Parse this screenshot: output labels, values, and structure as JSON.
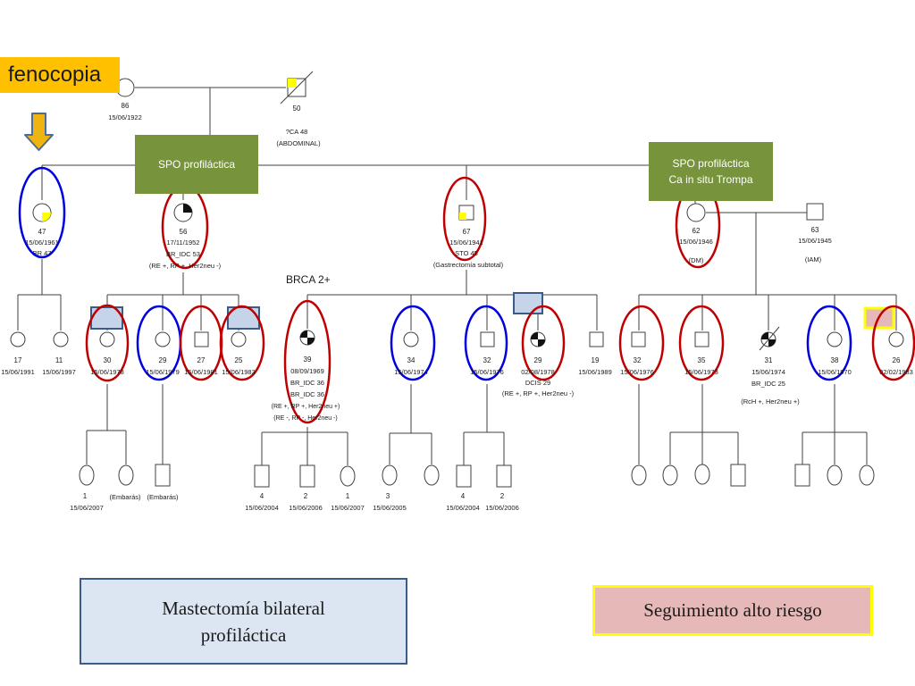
{
  "fenocopia": {
    "label": "fenocopia"
  },
  "spo_boxes": [
    {
      "lines": [
        "SPO  profiláctica"
      ]
    },
    {
      "lines": [
        "SPO  profiláctica",
        "Ca in situ Trompa"
      ]
    }
  ],
  "brca_label": "BRCA 2+",
  "legend": {
    "mastectomy": [
      "Mastectomía bilateral",
      "profiláctica"
    ],
    "followup": "Seguimiento alto riesgo"
  },
  "colors": {
    "fenocopia_bg": "#ffc000",
    "spo_bg": "#77933c",
    "red_circle": "#c00000",
    "blue_circle": "#0000e0",
    "affected_fill": "#ffff00",
    "mastectomy_marker": "#c6d4ea",
    "followup_marker": "#e6b9b8",
    "followup_border": "#ffff00"
  },
  "generation1": [
    {
      "id": "g1-f86",
      "labels": [
        "86",
        "15/06/1922"
      ]
    },
    {
      "id": "g1-m50",
      "labels": [
        "50",
        "?CA 48",
        "(ABDOMINAL)"
      ]
    }
  ],
  "generation2": [
    {
      "id": "g2-f47",
      "labels": [
        "47",
        "15/06/1961",
        "BR 47"
      ]
    },
    {
      "id": "g2-f56",
      "labels": [
        "56",
        "17/11/1952",
        "BR_IDC 53",
        "(RE +, RP +, Her2neu -)"
      ]
    },
    {
      "id": "g2-m67",
      "labels": [
        "67",
        "15/06/1941",
        "STO 45",
        "(Gastrectomía subtotal)"
      ]
    },
    {
      "id": "g2-f62",
      "labels": [
        "62",
        "15/06/1946",
        "(DM)"
      ]
    },
    {
      "id": "g2-m63",
      "labels": [
        "63",
        "15/06/1945",
        "(IAM)"
      ]
    }
  ],
  "generation3": [
    {
      "id": "g3-17",
      "labels": [
        "17",
        "15/06/1991"
      ]
    },
    {
      "id": "g3-11",
      "labels": [
        "11",
        "15/06/1997"
      ]
    },
    {
      "id": "g3-30",
      "labels": [
        "30",
        "15/06/1978"
      ]
    },
    {
      "id": "g3-29a",
      "labels": [
        "29",
        "15/06/1979"
      ]
    },
    {
      "id": "g3-27",
      "labels": [
        "27",
        "15/06/1981"
      ]
    },
    {
      "id": "g3-25",
      "labels": [
        "25",
        "15/06/1983"
      ]
    },
    {
      "id": "g3-39",
      "labels": [
        "39",
        "08/09/1969",
        "BR_IDC 36",
        "BR_IDC 36",
        "(RE +, RP +, Her2neu +)",
        "(RE -, RP -, Her2neu -)"
      ]
    },
    {
      "id": "g3-34",
      "labels": [
        "34",
        "15/06/1974"
      ]
    },
    {
      "id": "g3-32a",
      "labels": [
        "32",
        "15/06/1976"
      ]
    },
    {
      "id": "g3-29b",
      "labels": [
        "29",
        "02/08/1978",
        "DCIS 29",
        "(RE +, RP +, Her2neu -)"
      ]
    },
    {
      "id": "g3-19",
      "labels": [
        "19",
        "15/06/1989"
      ]
    },
    {
      "id": "g3-32b",
      "labels": [
        "32",
        "15/06/1976"
      ]
    },
    {
      "id": "g3-35",
      "labels": [
        "35",
        "15/06/1973"
      ]
    },
    {
      "id": "g3-31",
      "labels": [
        "31",
        "15/06/1974",
        "BR_IDC 25",
        "(RcH +, Her2neu +)"
      ]
    },
    {
      "id": "g3-38",
      "labels": [
        "38",
        "15/06/1970"
      ]
    },
    {
      "id": "g3-26",
      "labels": [
        "26",
        "02/02/1983"
      ]
    }
  ],
  "generation4": [
    {
      "id": "g4-1a",
      "labels": [
        "1",
        "15/06/2007"
      ]
    },
    {
      "id": "g4-emb1",
      "labels": [
        "(Embarás)"
      ]
    },
    {
      "id": "g4-emb2",
      "labels": [
        "(Embarás)"
      ]
    },
    {
      "id": "g4-4a",
      "labels": [
        "4",
        "15/06/2004"
      ]
    },
    {
      "id": "g4-2a",
      "labels": [
        "2",
        "15/06/2006"
      ]
    },
    {
      "id": "g4-1b",
      "labels": [
        "1",
        "15/06/2007"
      ]
    },
    {
      "id": "g4-3",
      "labels": [
        "3",
        "15/06/2005"
      ]
    },
    {
      "id": "g4-4b",
      "labels": [
        "4",
        "15/06/2004"
      ]
    },
    {
      "id": "g4-2b",
      "labels": [
        "2",
        "15/06/2006"
      ]
    }
  ]
}
